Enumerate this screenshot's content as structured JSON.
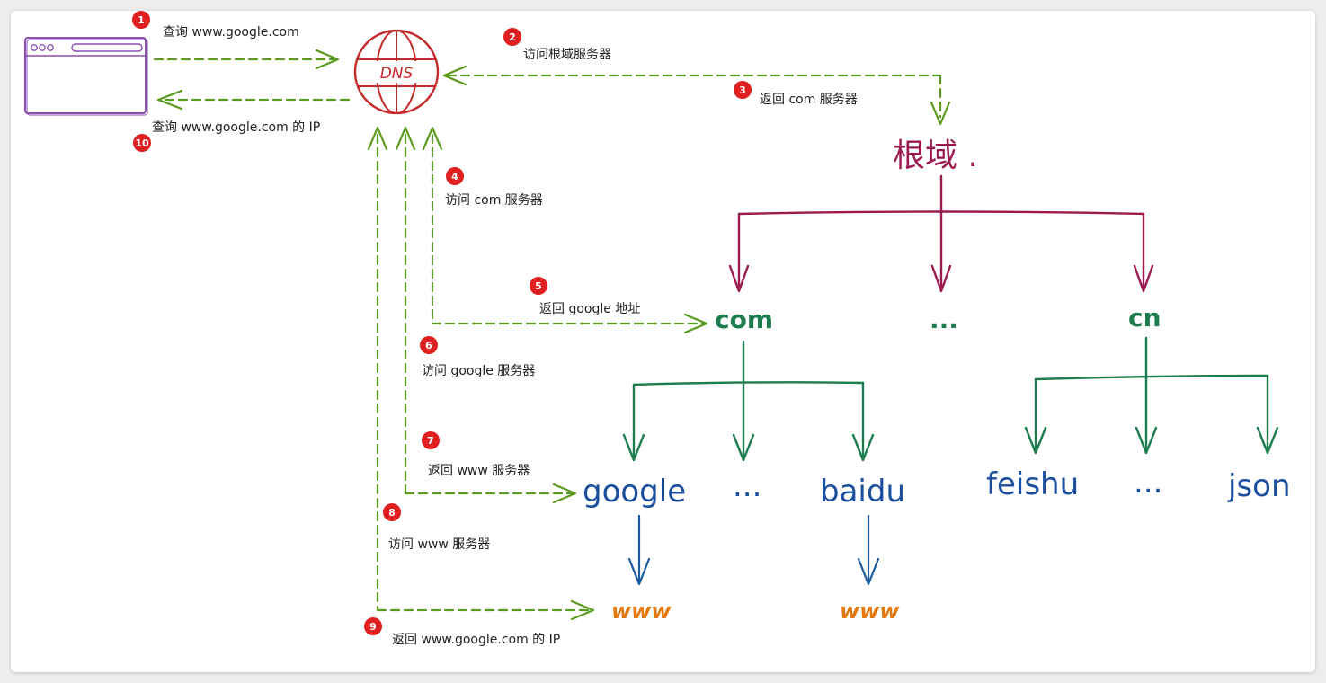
{
  "nodes": {
    "dns": "DNS",
    "root": "根域 .",
    "com": "com",
    "tld_more": "...",
    "cn": "cn",
    "google": "google",
    "com_more": "...",
    "baidu": "baidu",
    "feishu": "feishu",
    "cn_more": "...",
    "json": "json",
    "www_google": "www",
    "www_baidu": "www"
  },
  "steps": [
    {
      "num": "1",
      "text": "查询 www.google.com"
    },
    {
      "num": "2",
      "text": "访问根域服务器"
    },
    {
      "num": "3",
      "text": "返回 com 服务器"
    },
    {
      "num": "4",
      "text": "访问 com 服务器"
    },
    {
      "num": "5",
      "text": "返回 google 地址"
    },
    {
      "num": "6",
      "text": "访问 google 服务器"
    },
    {
      "num": "7",
      "text": "返回 www 服务器"
    },
    {
      "num": "8",
      "text": "访问 www 服务器"
    },
    {
      "num": "9",
      "text": "返回 www.google.com 的 IP"
    },
    {
      "num": "10",
      "text": "查询 www.google.com 的 IP"
    }
  ],
  "colors": {
    "flow": "#5a9a1e",
    "root": "#9b1b4f",
    "tld": "#1e7d4f",
    "sld": "#1b4f9e",
    "www": "#e07a10",
    "badge": "#e02020"
  }
}
